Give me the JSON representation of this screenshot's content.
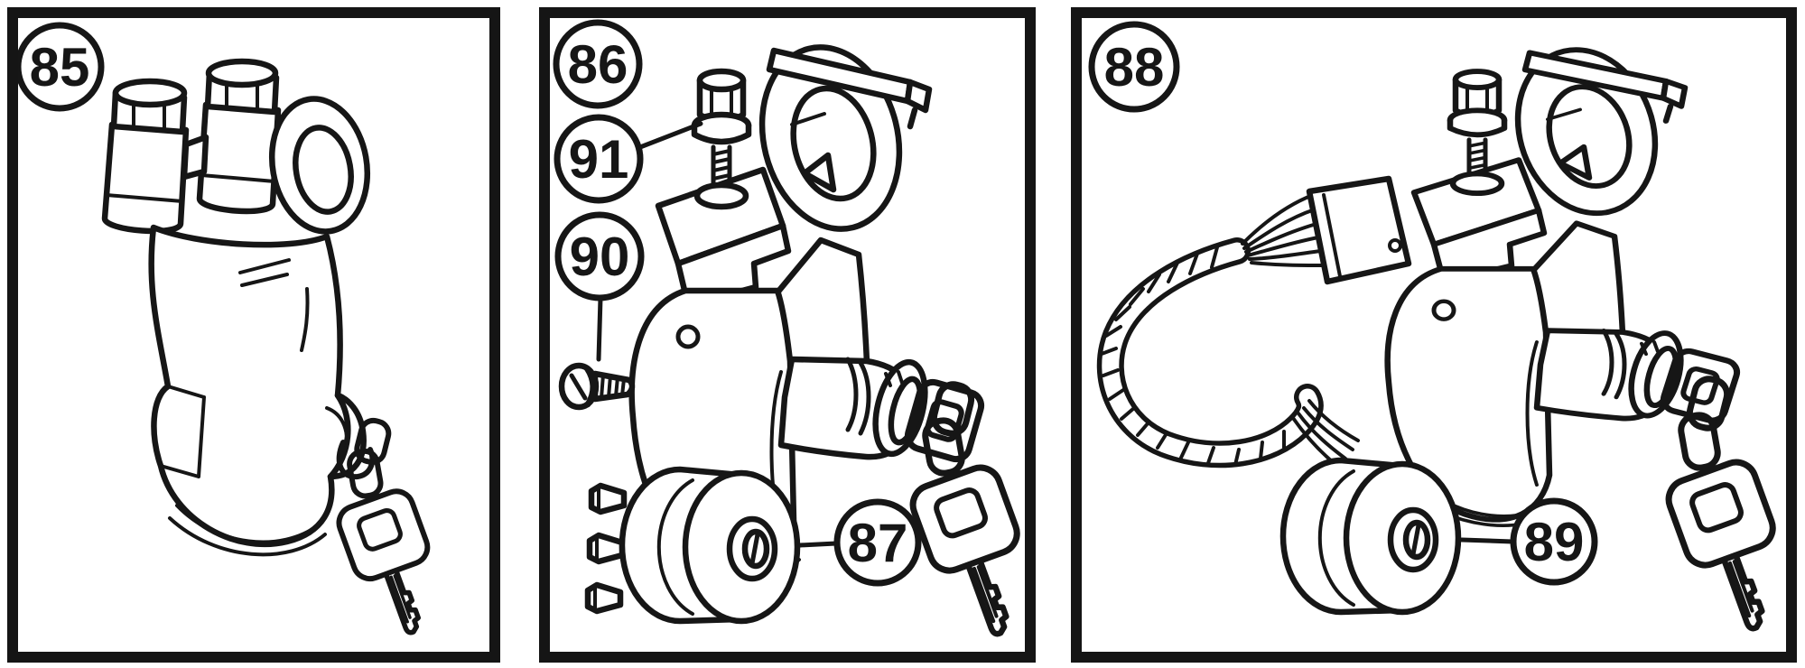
{
  "figure": {
    "kind": "parts-diagram",
    "colors": {
      "background": "#ffffff",
      "line": "#161616",
      "panel_border": "#151515"
    },
    "panels": [
      {
        "name": "panel-85",
        "drawing": "ignition-starter-switch-with-key",
        "callouts": [
          {
            "label": "85",
            "part": "ignition-starter-switch-assembly"
          }
        ]
      },
      {
        "name": "panel-86",
        "drawing": "steering-lock-with-clamp-switch-and-key",
        "callouts": [
          {
            "label": "86",
            "part": "steering-lock-assembly"
          },
          {
            "label": "91",
            "part": "clamp-bolt"
          },
          {
            "label": "90",
            "part": "screw"
          },
          {
            "label": "87",
            "part": "ignition-switch"
          }
        ]
      },
      {
        "name": "panel-88",
        "drawing": "steering-lock-with-wiring-harness-switch-and-key",
        "callouts": [
          {
            "label": "88",
            "part": "steering-lock-with-harness"
          },
          {
            "label": "89",
            "part": "ignition-switch"
          }
        ]
      }
    ]
  }
}
